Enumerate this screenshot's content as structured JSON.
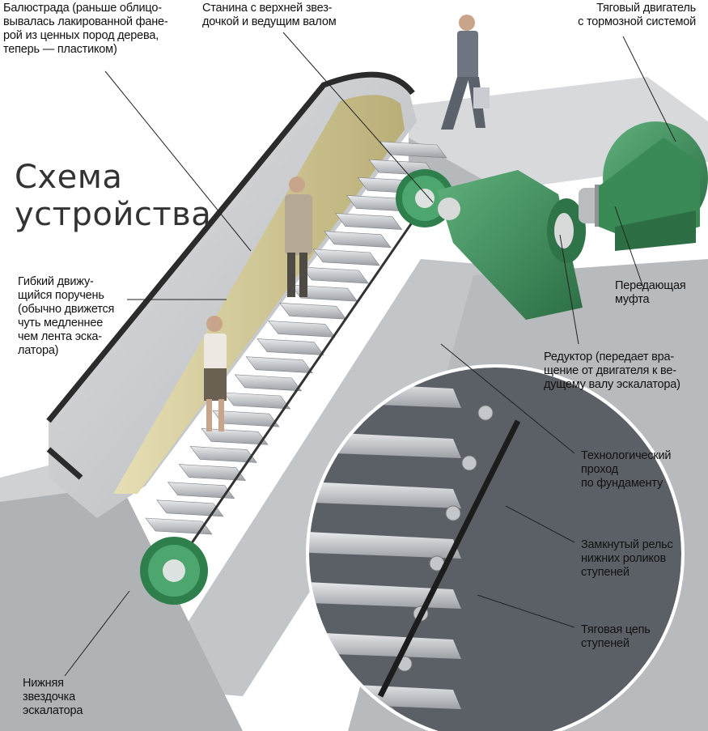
{
  "title": "Схема\nустройства",
  "labels": {
    "balustrade": "Балюстрада (раньше облицо-\nвывалась лакированной фане-\nрой из ценных пород дерева,\nтеперь — пластиком)",
    "frame": "Станина с верхней звез-\nдочкой и ведущим валом",
    "motor": "Тяговый двигатель\nс тормозной системой",
    "handrail": "Гибкий движу-\nщийся поручень\n(обычно движется\nчуть медленнее\nчем лента эска-\nлатора)",
    "coupling": "Передающая\nмуфта",
    "reducer": "Редуктор (передает вра-\nщение от двигателя к ве-\nдущему валу эскалатора)",
    "passage": "Технологический\nпроход\nпо фундаменту",
    "rail": "Замкнутый рельс\nнижних роликов\nступеней",
    "chain": "Тяговая цепь\nступеней",
    "sprocket": "Нижняя\nзвездочка\nэскалатора"
  },
  "colors": {
    "machine_green": "#3f8f5c",
    "concrete": "#c9cbcd",
    "panel_yellow": "#d8cf9c",
    "handrail": "#2b2b2b",
    "steps": "#a9adb2",
    "text": "#111111"
  }
}
